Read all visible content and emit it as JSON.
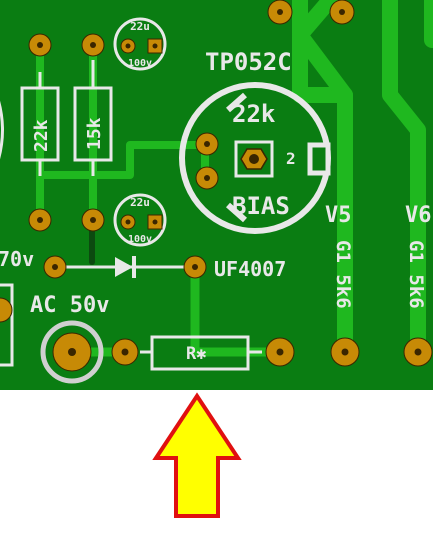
{
  "colors": {
    "board": "#0a7d12",
    "trace": "#1fb81f",
    "silkscreen": "#e8e8e8",
    "pad": "#c78a06",
    "pad_dark": "#3a2600",
    "arrow_fill": "#ffff00",
    "arrow_stroke": "#e01010"
  },
  "labels": {
    "chip": "TP052C",
    "pot_value": "22k",
    "pot_pin": "2",
    "pot_name": "BIAS",
    "cap_top_value": "22u",
    "cap_top_voltage": "100v",
    "cap_bottom_value": "22u",
    "cap_bottom_voltage": "100v",
    "res_left": "22k",
    "res_right": "15k",
    "diode_left": "70v",
    "diode_right": "UF4007",
    "ac": "AC 50v",
    "resistor_bottom": "R✱",
    "v5": "V5",
    "v6": "V6",
    "g1_a": "G1 5k6",
    "g1_b": "G1 5k6"
  },
  "icons": {
    "diode": "diode-icon",
    "arrow": "up-arrow-icon"
  }
}
